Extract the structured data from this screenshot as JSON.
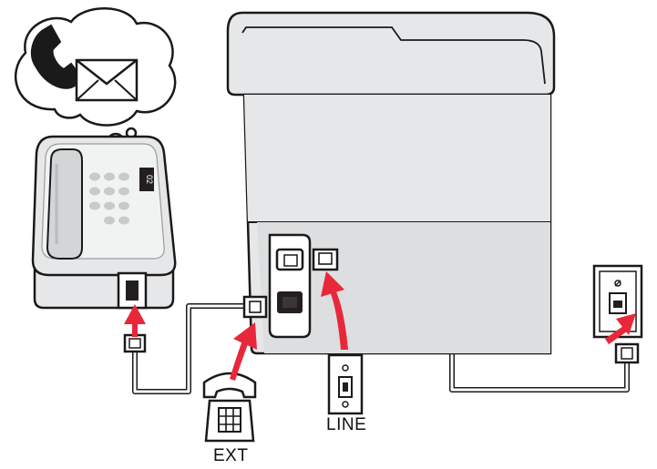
{
  "labels": {
    "line": "LINE",
    "ext": "EXT"
  },
  "device_panel_text": "02",
  "colors": {
    "arrow": "#e8283a",
    "outline": "#1a1a1a",
    "body_gray": "#e6e7e8",
    "panel_gray": "#d3d5d6",
    "cable": "#ffffff",
    "jack_dark": "#231f20"
  },
  "icons": [
    "phone-handset-icon",
    "envelope-icon",
    "thought-bubble-icon",
    "desk-phone-icon",
    "wall-jack-icon",
    "arrow-icon"
  ]
}
